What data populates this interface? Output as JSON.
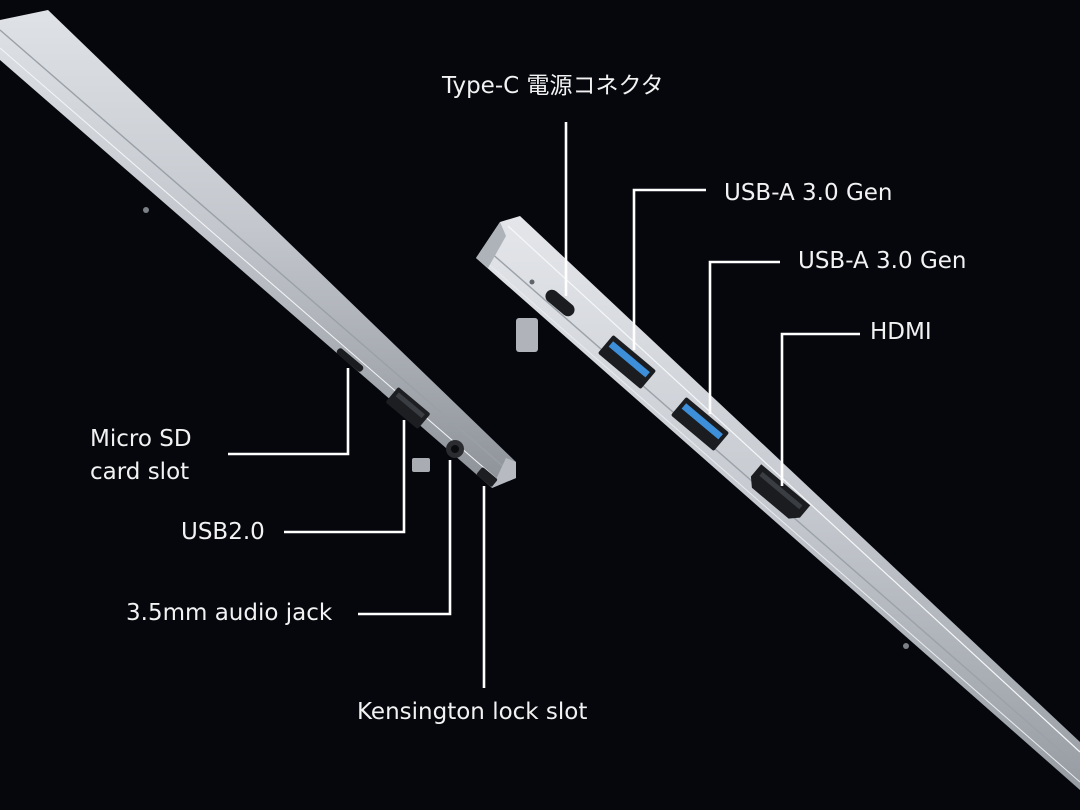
{
  "labels": {
    "typec": "Type-C 電源コネクタ",
    "usba1": "USB-A 3.0 Gen",
    "usba2": "USB-A 3.0 Gen",
    "hdmi": "HDMI",
    "microsd": "Micro SD\ncard slot",
    "usb2": "USB2.0",
    "audio": "3.5mm audio jack",
    "kensington": "Kensington lock slot"
  },
  "colors": {
    "background": "#05070d",
    "chassis": "#c9cdd3",
    "usb3_tongue": "#3d8fd9",
    "leader": "#ffffff",
    "text": "#f2f2f2"
  }
}
